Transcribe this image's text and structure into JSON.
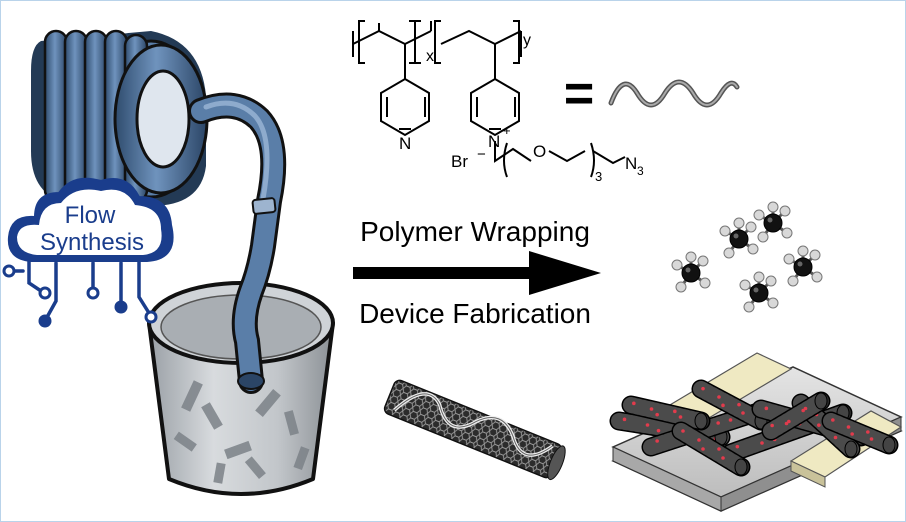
{
  "flow_synthesis": {
    "line1": "Flow",
    "line2": "Synthesis"
  },
  "process": {
    "top_label": "Polymer Wrapping",
    "bottom_label": "Device Fabrication"
  },
  "structure": {
    "sub_x": "x",
    "sub_y": "y",
    "pyridine_n": "N",
    "pyridinium_n": "N",
    "plus": "+",
    "bromide": "Br",
    "minus": "−",
    "oxygen": "O",
    "sub_3": "3",
    "azide": "N",
    "azide_sub": "3",
    "equals": "="
  },
  "colors": {
    "cloud": "#1a3d8c",
    "tube": "#4a6d95",
    "tube_dark": "#233a55",
    "arrow": "#000000",
    "electrode": "#efe9c2",
    "dopant": "#e23b4c"
  }
}
